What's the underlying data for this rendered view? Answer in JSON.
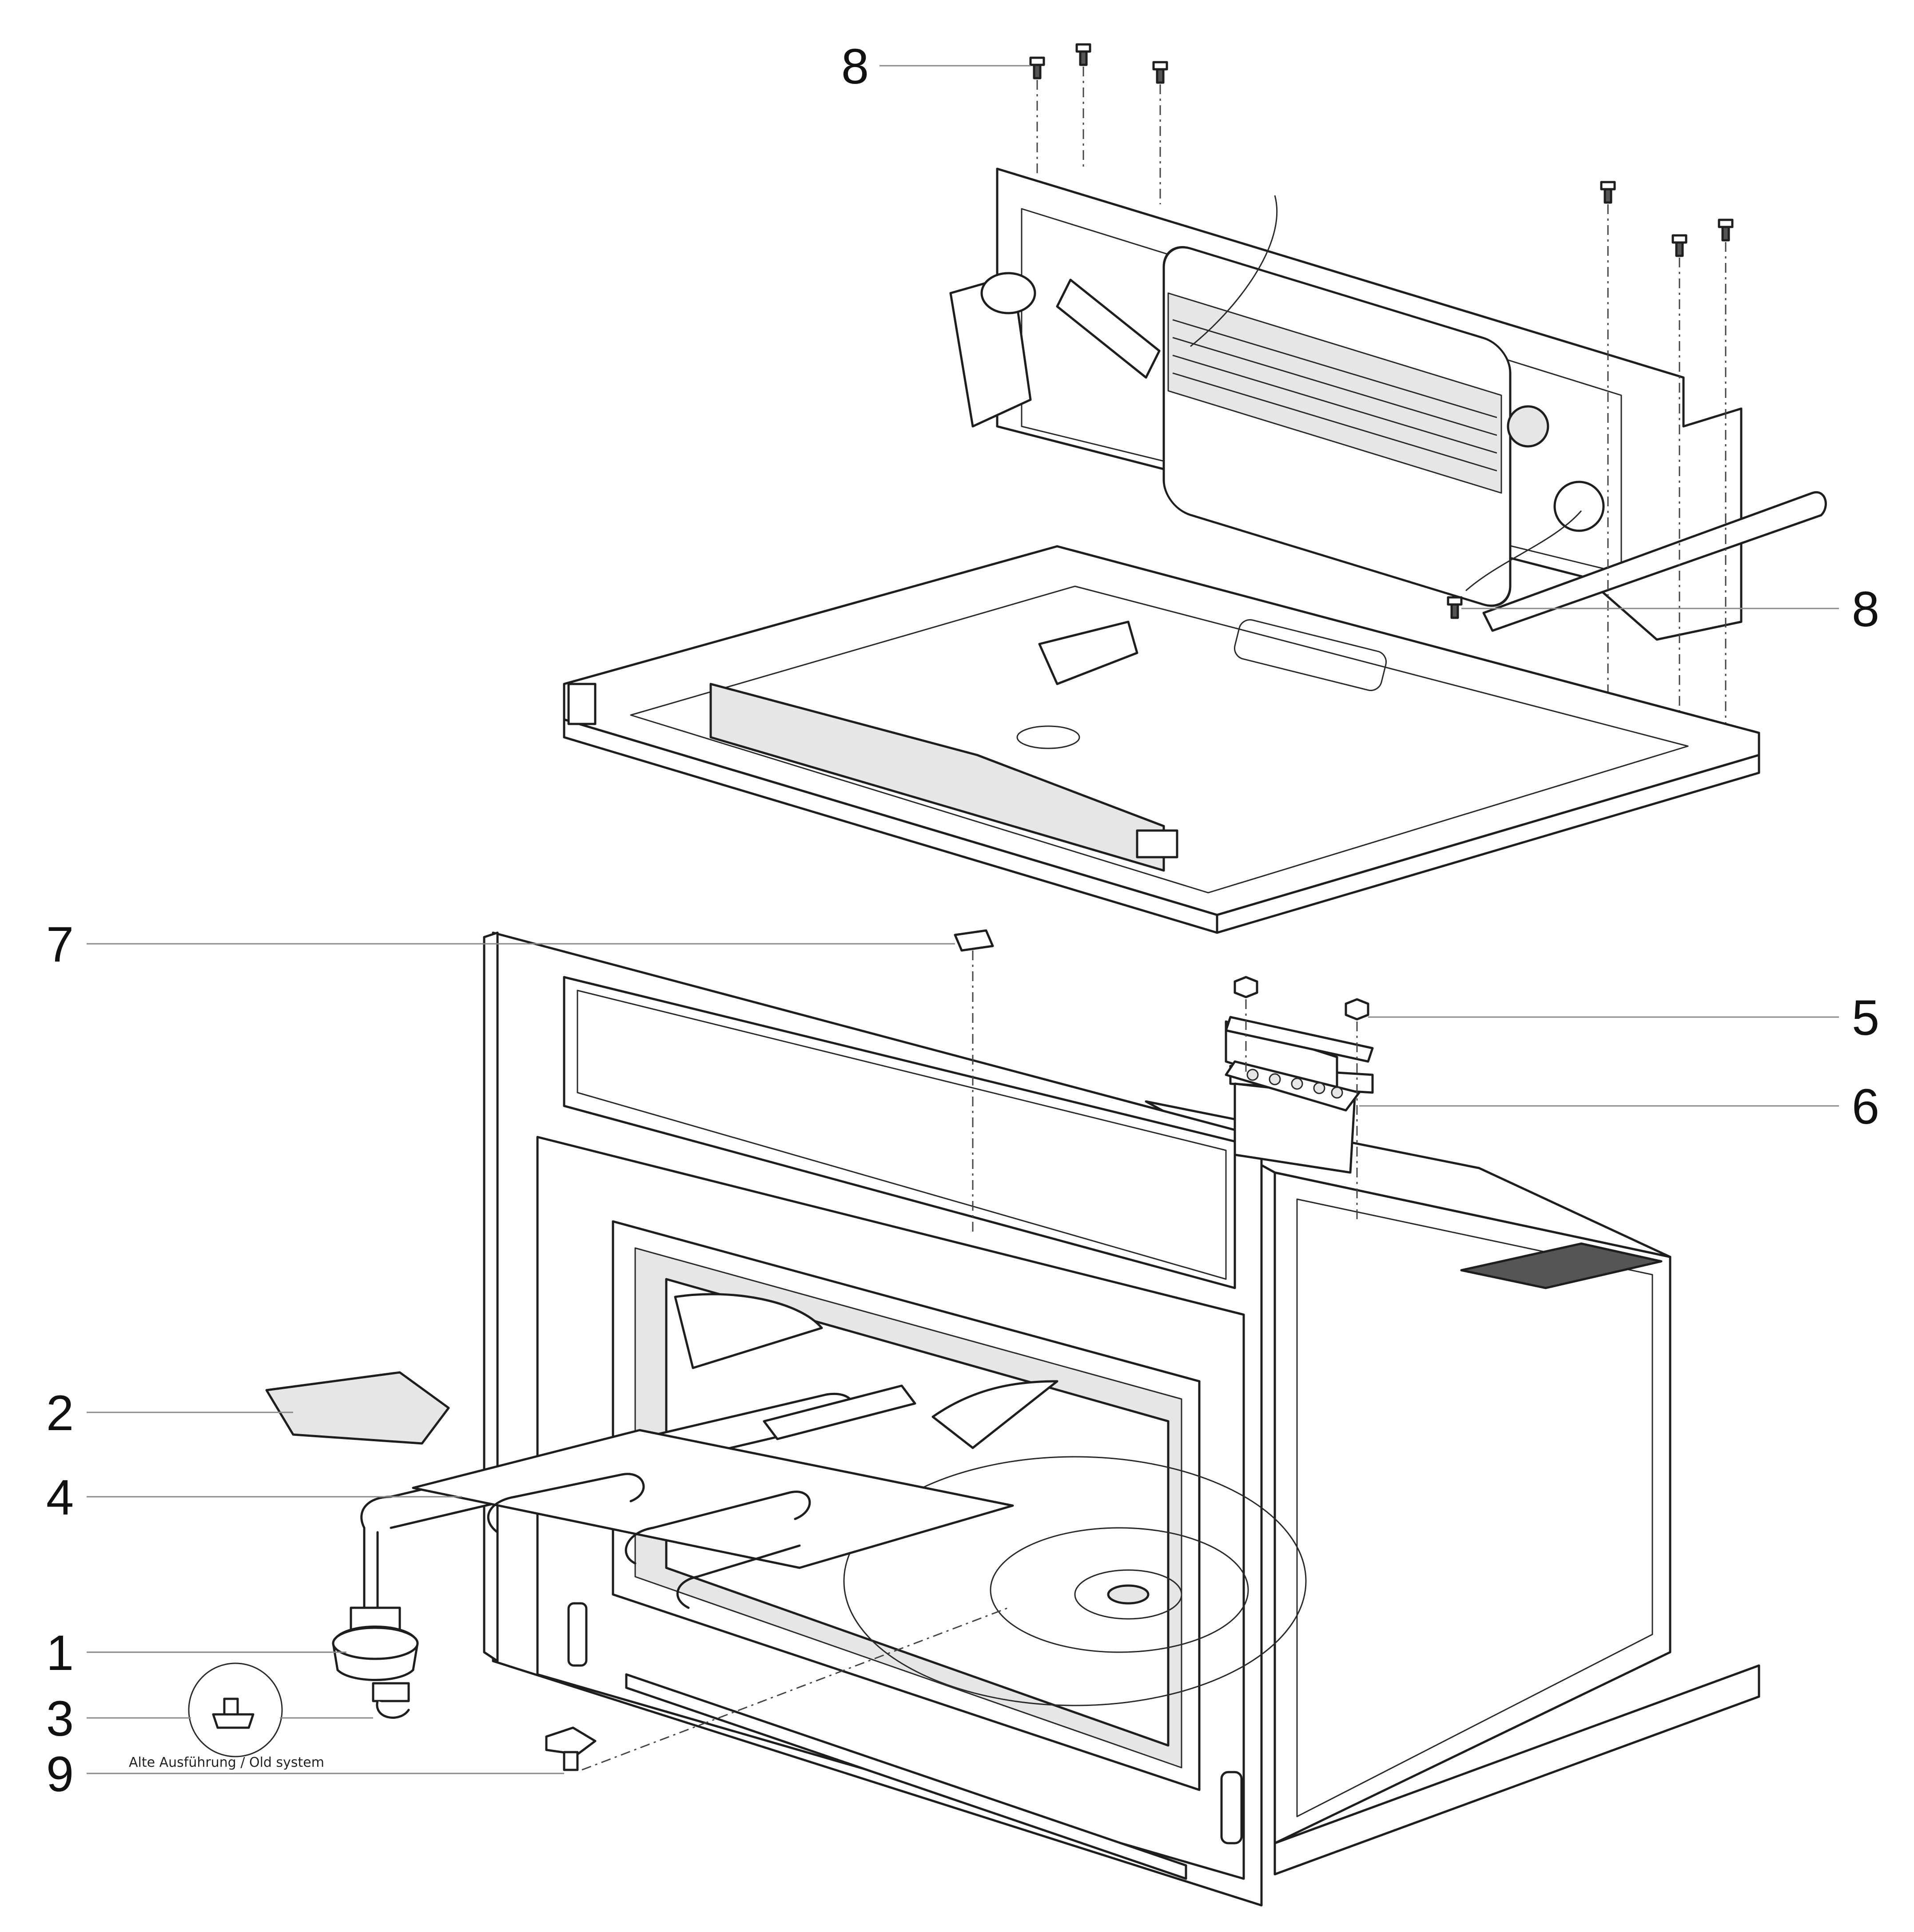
{
  "diagram": {
    "callouts": [
      {
        "id": "c8a",
        "label": "8"
      },
      {
        "id": "c8b",
        "label": "8"
      },
      {
        "id": "c7",
        "label": "7"
      },
      {
        "id": "c5",
        "label": "5"
      },
      {
        "id": "c6",
        "label": "6"
      },
      {
        "id": "c2",
        "label": "2"
      },
      {
        "id": "c4",
        "label": "4"
      },
      {
        "id": "c1",
        "label": "1"
      },
      {
        "id": "c3",
        "label": "3"
      },
      {
        "id": "c9",
        "label": "9"
      }
    ],
    "detail_caption": "Alte Ausführung / Old system"
  }
}
